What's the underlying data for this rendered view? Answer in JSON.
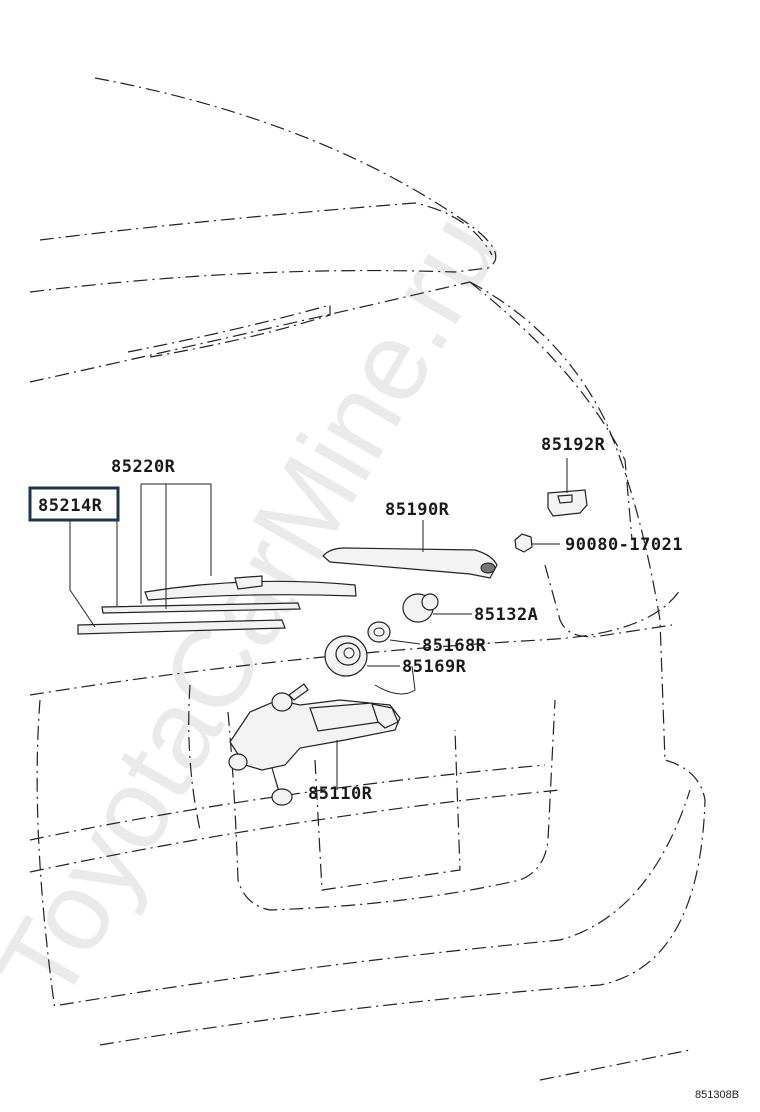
{
  "diagram": {
    "watermark": "ToyotaCarMine.ru",
    "diagram_code": "851308B",
    "highlighted_part": "85214R",
    "colors": {
      "line": "#222222",
      "highlight_border": "#1f3550",
      "watermark": "#d9d9d9"
    },
    "labels": {
      "p85220R": "85220R",
      "p85214R": "85214R",
      "p85190R": "85190R",
      "p85192R": "85192R",
      "p90080": "90080-17021",
      "p85132A": "85132A",
      "p85168R": "85168R",
      "p85169R": "85169R",
      "p85110R": "85110R"
    }
  }
}
